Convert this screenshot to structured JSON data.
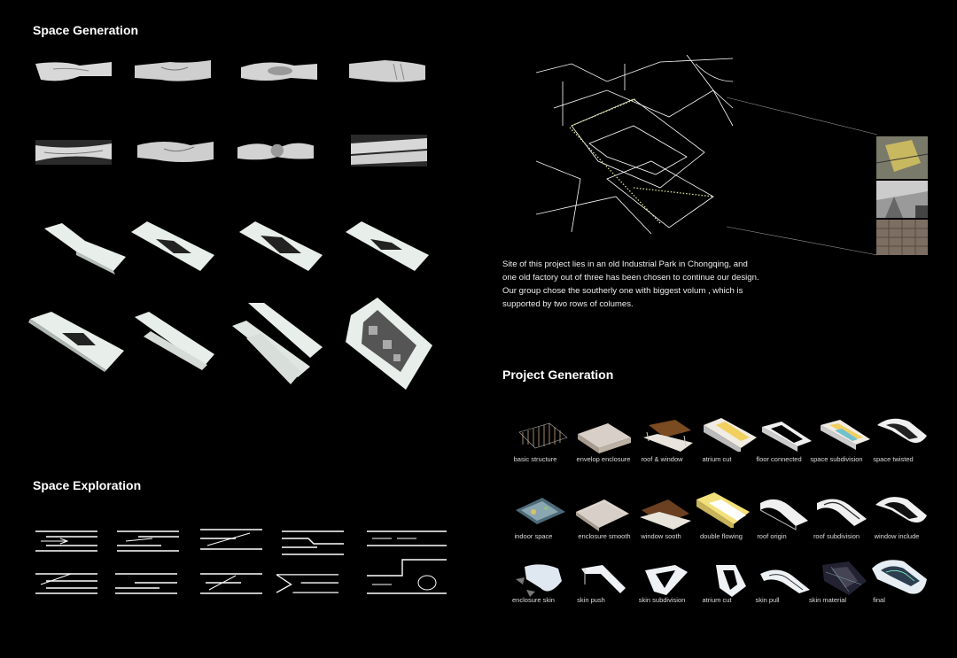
{
  "sections": {
    "space_generation": "Space Generation",
    "space_exploration": "Space Exploration",
    "project_generation": "Project Generation"
  },
  "site_description": [
    "Site of this project lies in an old Industrial Park in Chongqing, and",
    "one old factory out of three has been chosen to continue our design.",
    "Our group chose the southerly one with biggest volum , which is",
    "supported by  two rows of columes."
  ],
  "project_generation": {
    "row1": [
      "basic structure",
      "envelop enclosure",
      "roof & window",
      "atrium cut",
      "floor connected",
      "space subdivision",
      "space twisted"
    ],
    "row2": [
      "indoor space",
      "enclosure smooth",
      "window sooth",
      "double flowing",
      "roof origin",
      "roof  subdivision",
      "window include"
    ],
    "row3": [
      "enclosure skin",
      "skin push",
      "skin subdivision",
      "atrium cut",
      "skin pull",
      "skin material",
      "final"
    ]
  },
  "colors": {
    "background": "#000000",
    "text": "#ffffff",
    "model": "#e8eeea"
  }
}
